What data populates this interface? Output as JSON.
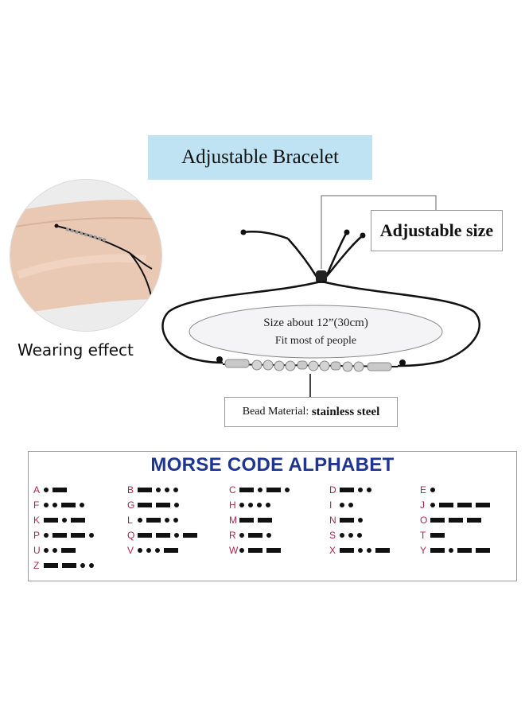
{
  "title": "Adjustable Bracelet",
  "wearing_label": "Wearing effect",
  "adjustable_size_label": "Adjustable size",
  "size_line": "Size about 12”(30cm)",
  "fit_line": "Fit most of people",
  "bead_material_prefix": "Bead Material: ",
  "bead_material_value": "stainless steel",
  "morse_title": "MORSE CODE ALPHABET",
  "colors": {
    "title_bg": "#bfe3f2",
    "morse_title": "#1f3590",
    "morse_letter": "#b0244a"
  },
  "morse_columns": [
    [
      {
        "letter": "A",
        "code": ".-"
      },
      {
        "letter": "F",
        "code": "..-."
      },
      {
        "letter": "K",
        "code": "-.-"
      },
      {
        "letter": "P",
        "code": ".--."
      },
      {
        "letter": "U",
        "code": "..-"
      },
      {
        "letter": "Z",
        "code": "--.."
      }
    ],
    [
      {
        "letter": "B",
        "code": "-..."
      },
      {
        "letter": "G",
        "code": "--."
      },
      {
        "letter": "L",
        "code": ".-.."
      },
      {
        "letter": "Q",
        "code": "--.-"
      },
      {
        "letter": "V",
        "code": "...-"
      }
    ],
    [
      {
        "letter": "C",
        "code": "-.-."
      },
      {
        "letter": "H",
        "code": "...."
      },
      {
        "letter": "M",
        "code": "--"
      },
      {
        "letter": "R",
        "code": ".-."
      },
      {
        "letter": "W",
        "code": ".--"
      }
    ],
    [
      {
        "letter": "D",
        "code": "-.."
      },
      {
        "letter": "I",
        "code": ".."
      },
      {
        "letter": "N",
        "code": "-."
      },
      {
        "letter": "S",
        "code": "..."
      },
      {
        "letter": "X",
        "code": "-..-"
      }
    ],
    [
      {
        "letter": "E",
        "code": "."
      },
      {
        "letter": "J",
        "code": ".---"
      },
      {
        "letter": "O",
        "code": "---"
      },
      {
        "letter": "T",
        "code": "-"
      },
      {
        "letter": "Y",
        "code": "-.--"
      }
    ]
  ]
}
